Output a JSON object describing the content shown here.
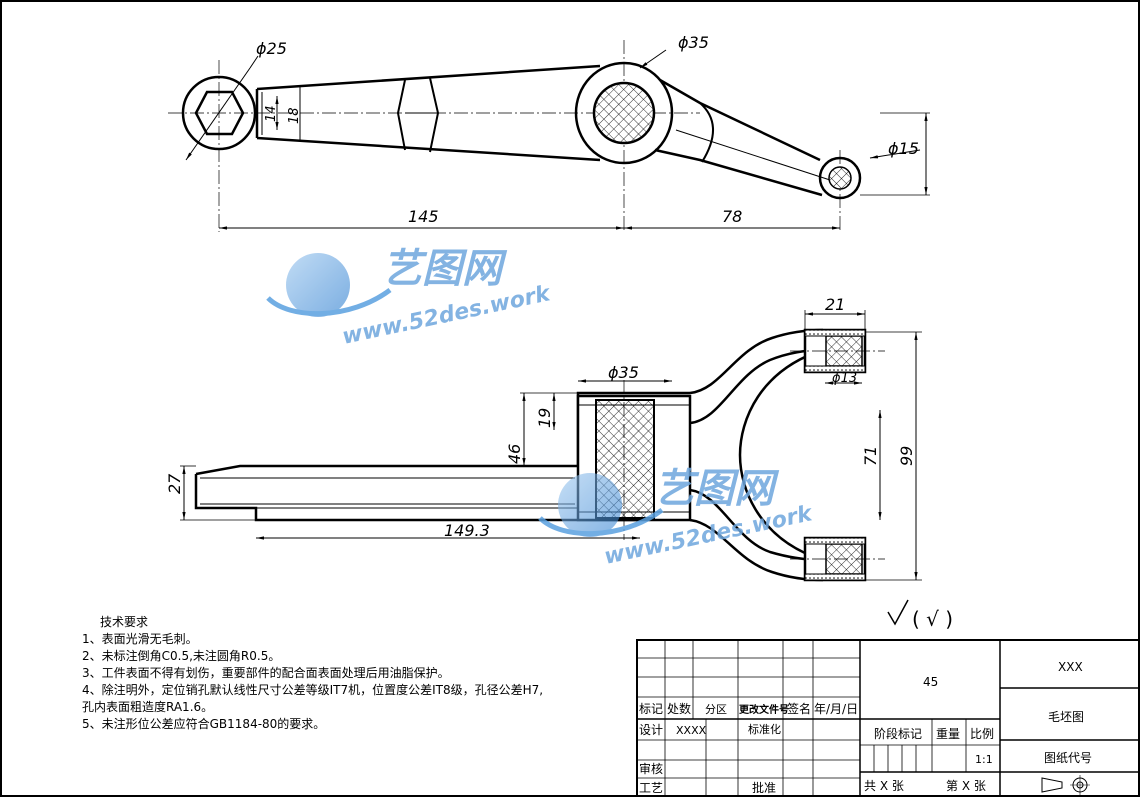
{
  "drawing": {
    "top_view": {
      "dims": {
        "d_left": "ϕ25",
        "d_center": "ϕ35",
        "d_right": "ϕ15",
        "len_main": "145",
        "len_arm": "78",
        "h14": "14",
        "h18": "18"
      }
    },
    "front_view": {
      "dims": {
        "w21": "21",
        "d35": "ϕ35",
        "d13": "ϕ13",
        "h19": "19",
        "h46": "46",
        "h27": "27",
        "len149": "149.3",
        "h71": "71",
        "h99": "99"
      }
    },
    "watermark": {
      "brand": "艺图网",
      "url": "www.52des.work"
    },
    "surface_symbol": "( √ )"
  },
  "tech_requirements": {
    "title": "技术要求",
    "items": [
      "1、表面光滑无毛刺。",
      "2、未标注倒角C0.5,未注圆角R0.5。",
      "3、工件表面不得有划伤，重要部件的配合面表面处理后用油脂保护。",
      "4、除注明外，定位销孔默认线性尺寸公差等级IT7机，位置度公差IT8级，孔径公差H7,",
      "孔内表面粗造度RA1.6。",
      "5、未注形位公差应符合GB1184-80的要求。"
    ]
  },
  "title_block": {
    "material": "45",
    "company": "XXX",
    "drawing_name": "毛坯图",
    "drawing_code": "图纸代号",
    "scale": "1:1",
    "labels": {
      "mark": "标记",
      "count": "处数",
      "zone": "分区",
      "change_doc": "更改文件号",
      "sign": "签名",
      "date": "年/月/日",
      "design": "设计",
      "designer": "XXXX",
      "standard": "标准化",
      "review": "审核",
      "process": "工艺",
      "approve": "批准",
      "stage": "阶段标记",
      "weight": "重量",
      "scale_label": "比例",
      "total": "共 X 张",
      "sheet": "第 X 张"
    }
  }
}
